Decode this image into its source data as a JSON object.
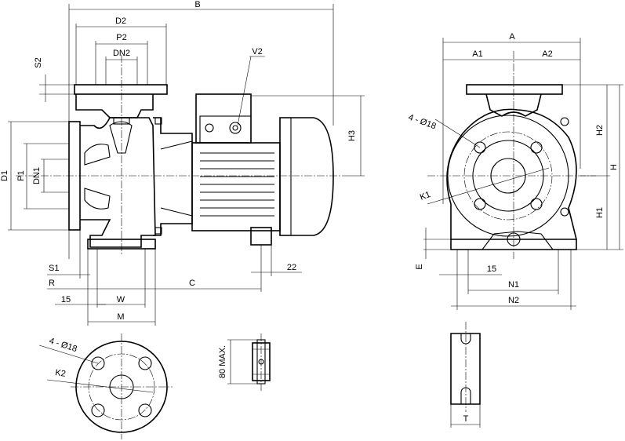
{
  "labels": {
    "B": "B",
    "D2": "D2",
    "P2": "P2",
    "DN2": "DN2",
    "S2": "S2",
    "V2": "V2",
    "H3": "H3",
    "D1": "D1",
    "P1": "P1",
    "DN1": "DN1",
    "S1": "S1",
    "R": "R",
    "C": "C",
    "dim22": "22",
    "dim15_side": "15",
    "W": "W",
    "M": "M",
    "A": "A",
    "A1": "A1",
    "A2": "A2",
    "holes_right": "4 - Ø18",
    "K1": "K1",
    "H2": "H2",
    "H": "H",
    "H1": "H1",
    "E": "E",
    "dim15_front": "15",
    "N1": "N1",
    "N2": "N2",
    "holes_flange": "4 - Ø18",
    "K2": "K2",
    "max80": "80 MAX.",
    "T": "T"
  }
}
